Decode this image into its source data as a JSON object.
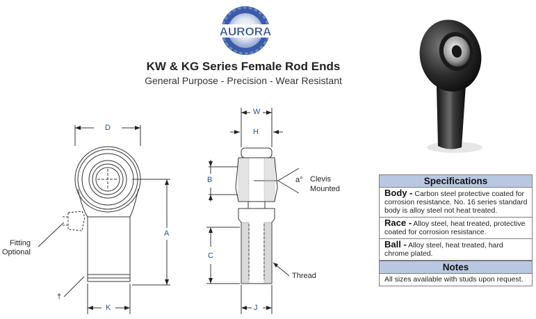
{
  "header": {
    "logo_text": "AURORA",
    "title": "KW & KG Series Female Rod Ends",
    "subtitle": "General Purpose - Precision - Wear Resistant"
  },
  "drawing": {
    "dimensions": {
      "d": "D",
      "a": "A",
      "k": "K",
      "w": "W",
      "h": "H",
      "b": "B",
      "c": "C",
      "j": "J",
      "angle": "a°"
    },
    "notes": {
      "fitting_line1": "Fitting",
      "fitting_line2": "Optional",
      "dagger": "†",
      "clevis_line1": "Clevis",
      "clevis_line2": "Mounted",
      "thread": "Thread"
    }
  },
  "specifications": {
    "header": "Specifications",
    "items": [
      {
        "name": "Body -",
        "text": "Carbon steel protective coated for corrosion resistance.  No. 16 series standard body is alloy steel not heat treated."
      },
      {
        "name": "Race -",
        "text": "Alloy steel, heat treated, protective coated for corrosion resistance."
      },
      {
        "name": "Ball -",
        "text": "Alloy steel, heat treated, hard chrome plated."
      }
    ],
    "notes_header": "Notes",
    "notes_text": "All sizes available with studs upon request."
  },
  "colors": {
    "logo_ring": "#2b4fa0",
    "dimension_text": "#1b55a6",
    "spec_header_bg": "#b9c8e2"
  }
}
